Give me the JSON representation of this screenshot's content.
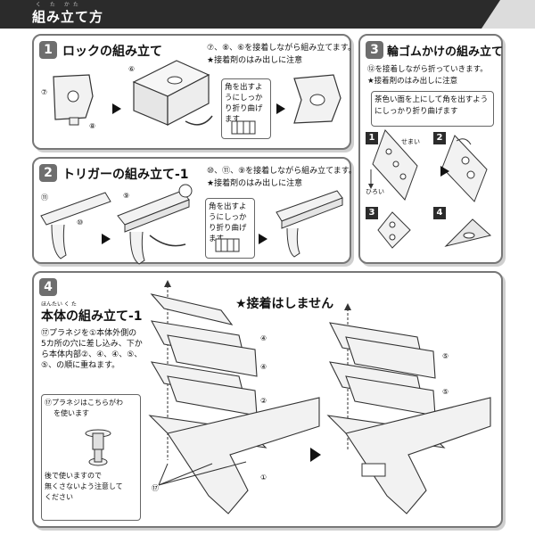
{
  "header": {
    "title": "組み立て方",
    "ruby": "く た かた"
  },
  "step1": {
    "num": "1",
    "title": "ロックの組み立て",
    "note1": "⑦、⑧、⑥を接着しながら組み立てます。",
    "note2": "★接着剤のはみ出しに注意",
    "callout": "角を出すようにしっかり折り曲げます",
    "parts": [
      "⑦",
      "⑥",
      "⑧"
    ]
  },
  "step2": {
    "num": "2",
    "title": "トリガーの組み立て-1",
    "note1": "⑩、⑪、⑨を接着しながら組み立てます。",
    "note2": "★接着剤のはみ出しに注意",
    "callout": "角を出すようにしっかり折り曲げます",
    "parts": [
      "⑪",
      "⑩",
      "⑨"
    ]
  },
  "step3": {
    "num": "3",
    "title": "輪ゴムかけの組み立て",
    "note1": "⑫を接着しながら折っていきます。",
    "note2": "★接着剤のはみ出しに注意",
    "callout": "茶色い面を上にして角を出すようにしっかり折り曲げます",
    "narrow": "せまい",
    "wide": "ひろい",
    "substeps": [
      "1",
      "2",
      "3",
      "4"
    ]
  },
  "step4": {
    "num": "4",
    "title": "本体の組み立て-1",
    "title_ruby": "ほんたい  く  た",
    "no_glue": "★接着はしません",
    "desc": [
      "⑰プラネジを①本体外側の",
      "5カ所の穴に差し込み、下か",
      "ら本体内部②、④、④、⑤、",
      "⑤、の順に重ねます。"
    ],
    "screw_note1": "⑰プラネジはこちらがわ",
    "screw_note2": "を使います",
    "screw_note3": "後で使いますので",
    "screw_note4": "無くさないよう注意して",
    "screw_note5": "ください",
    "parts_left": [
      "④",
      "④",
      "②",
      "①",
      "⑰"
    ],
    "parts_right": [
      "⑤",
      "⑤"
    ]
  }
}
